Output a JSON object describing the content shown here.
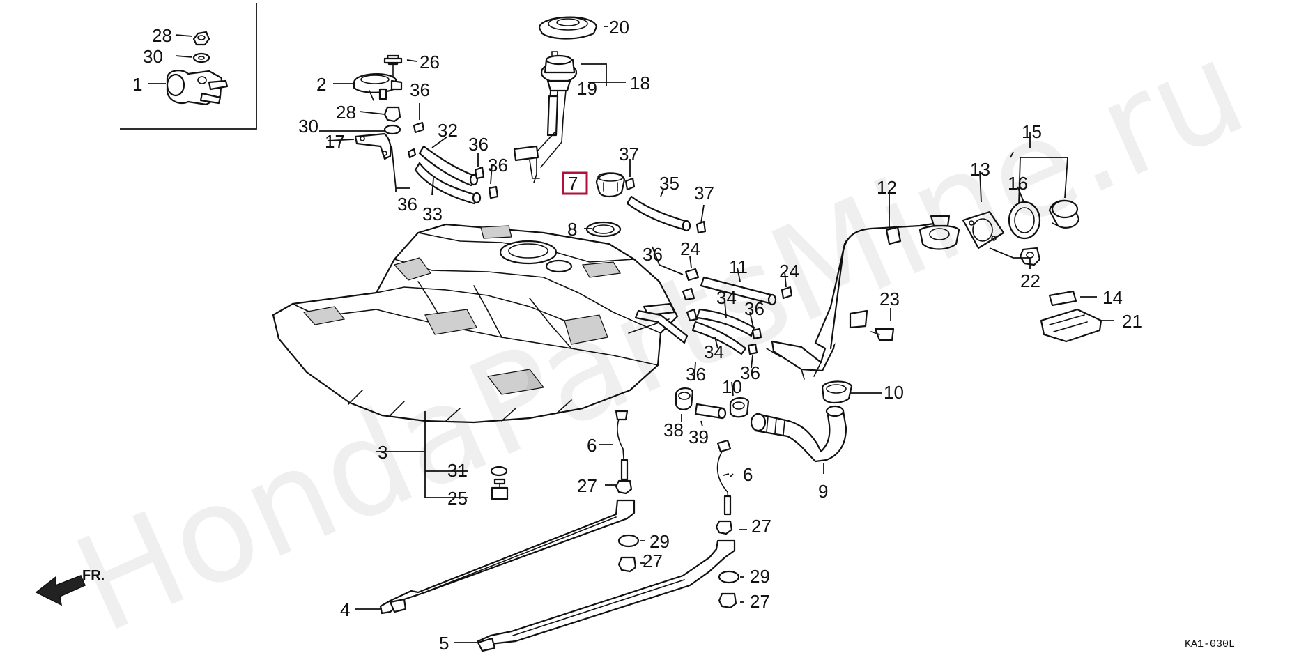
{
  "watermark": "HondaPartsMine.ru",
  "diagram_code": "KA1-030L",
  "front_arrow_label": "FR.",
  "highlighted_callout": "7",
  "highlight_color": "#b0103a",
  "callouts": {
    "c28a": "28",
    "c30a": "30",
    "c1": "1",
    "c20": "20",
    "c18": "18",
    "c19": "19",
    "c26": "26",
    "c2": "2",
    "c36a": "36",
    "c28b": "28",
    "c30b": "30",
    "c17": "17",
    "c32": "32",
    "c36b": "36",
    "c36c": "36",
    "c36d": "36",
    "c33": "33",
    "c7": "7",
    "c37a": "37",
    "c35": "35",
    "c37b": "37",
    "c8": "8",
    "c12": "12",
    "c13": "13",
    "c15": "15",
    "c16": "16",
    "c22": "22",
    "c14": "14",
    "c21": "21",
    "c23": "23",
    "c24a": "24",
    "c36e": "36",
    "c11": "11",
    "c24b": "24",
    "c34a": "34",
    "c36f": "36",
    "c34b": "34",
    "c36g": "36",
    "c36h": "36",
    "c10a": "10",
    "c10b": "10",
    "c38": "38",
    "c39": "39",
    "c9": "9",
    "c3": "3",
    "c31": "31",
    "c25": "25",
    "c6a": "6",
    "c27a": "27",
    "c29a": "29",
    "c27b": "27",
    "c4": "4",
    "c6b": "6",
    "c27c": "27",
    "c29b": "29",
    "c27d": "27",
    "c5": "5"
  }
}
